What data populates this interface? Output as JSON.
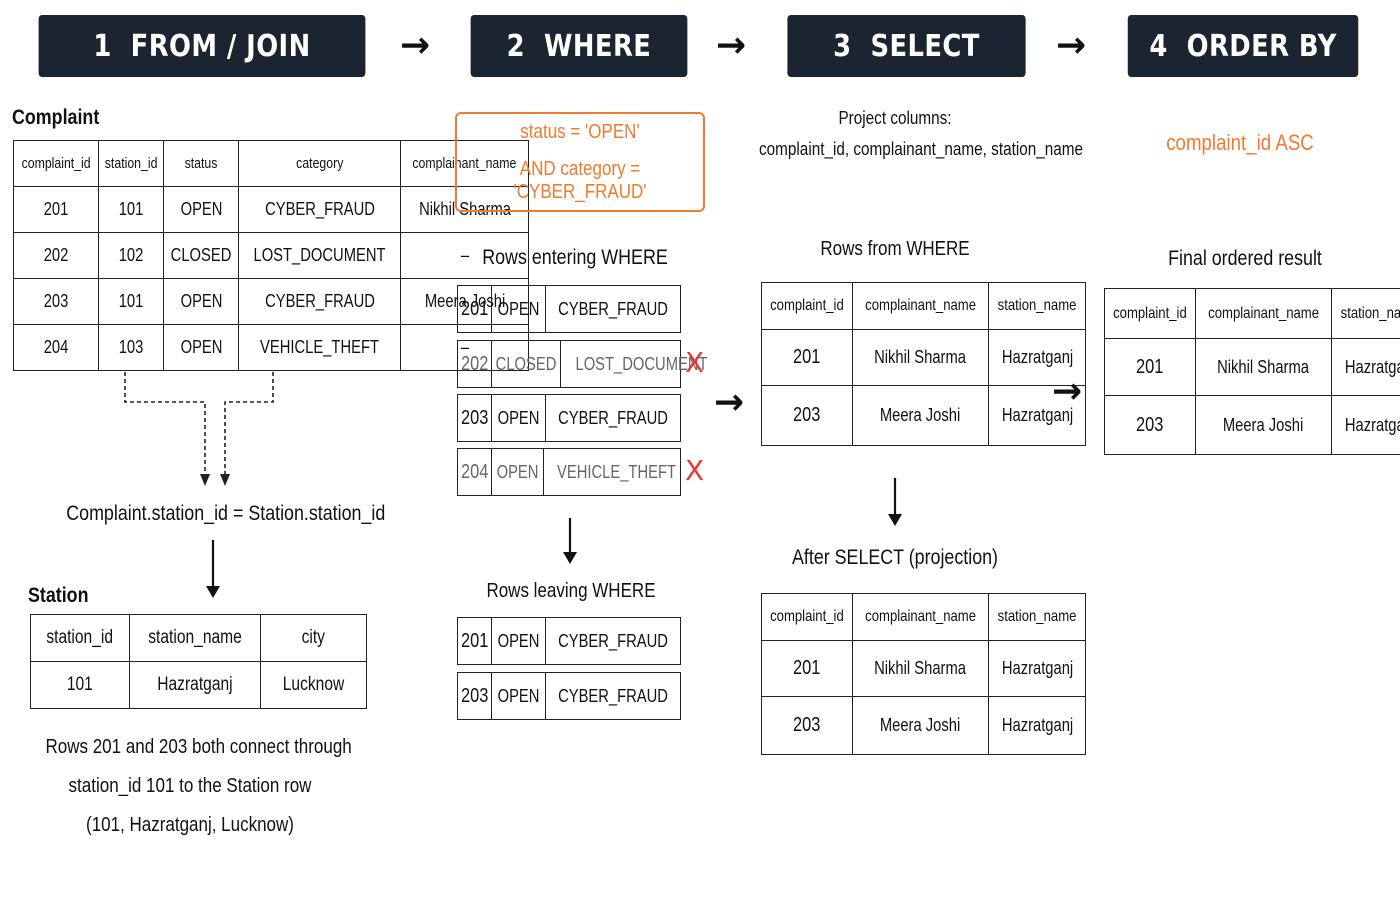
{
  "steps": [
    {
      "num": "1",
      "label": "FROM / JOIN"
    },
    {
      "num": "2",
      "label": "WHERE"
    },
    {
      "num": "3",
      "label": "SELECT"
    },
    {
      "num": "4",
      "label": "ORDER BY"
    }
  ],
  "arrow_glyph": "→",
  "down_arrow_glyph": "↓",
  "join": {
    "complaint_title": "Complaint",
    "complaint_headers": [
      "complaint_id",
      "station_id",
      "status",
      "category",
      "complainant_name"
    ],
    "complaint_rows": [
      [
        "201",
        "101",
        "OPEN",
        "CYBER_FRAUD",
        "Nikhil Sharma"
      ],
      [
        "202",
        "102",
        "CLOSED",
        "LOST_DOCUMENT",
        "–"
      ],
      [
        "203",
        "101",
        "OPEN",
        "CYBER_FRAUD",
        "Meera Joshi"
      ],
      [
        "204",
        "103",
        "OPEN",
        "VEHICLE_THEFT",
        "–"
      ]
    ],
    "join_condition": "Complaint.station_id = Station.station_id",
    "station_title": "Station",
    "station_headers": [
      "station_id",
      "station_name",
      "city"
    ],
    "station_rows": [
      [
        "101",
        "Hazratganj",
        "Lucknow"
      ]
    ],
    "note_lines": [
      "Rows 201 and 203 both connect through",
      "station_id 101 to the Station row",
      "(101, Hazratganj, Lucknow)"
    ]
  },
  "where": {
    "condition_line1": "status = 'OPEN'",
    "condition_line2": "AND category = 'CYBER_FRAUD'",
    "entering_title": "Rows entering WHERE",
    "entering_rows": [
      [
        "201",
        "OPEN",
        "CYBER_FRAUD"
      ],
      [
        "202",
        "CLOSED",
        "LOST_DOCUMENT"
      ],
      [
        "203",
        "OPEN",
        "CYBER_FRAUD"
      ],
      [
        "204",
        "OPEN",
        "VEHICLE_THEFT"
      ]
    ],
    "reject_mark": "X",
    "leaving_title": "Rows leaving WHERE",
    "leaving_rows": [
      [
        "201",
        "OPEN",
        "CYBER_FRAUD"
      ],
      [
        "203",
        "OPEN",
        "CYBER_FRAUD"
      ]
    ]
  },
  "select": {
    "project_line1": "Project columns:",
    "project_line2": "complaint_id, complainant_name, station_name",
    "from_where_title": "Rows from WHERE",
    "after_title": "After SELECT (projection)",
    "headers": [
      "complaint_id",
      "complainant_name",
      "station_name"
    ],
    "rows": [
      [
        "201",
        "Nikhil Sharma",
        "Hazratganj"
      ],
      [
        "203",
        "Meera Joshi",
        "Hazratganj"
      ]
    ]
  },
  "order": {
    "sort_key": "complaint_id ASC",
    "final_title": "Final ordered result",
    "headers": [
      "complaint_id",
      "complainant_name",
      "station_name"
    ],
    "rows": [
      [
        "201",
        "Nikhil Sharma",
        "Hazratganj"
      ],
      [
        "203",
        "Meera Joshi",
        "Hazratganj"
      ]
    ]
  },
  "colors": {
    "header_bg": "#1b2431",
    "accent": "#f07a2e",
    "reject": "#e53935"
  }
}
